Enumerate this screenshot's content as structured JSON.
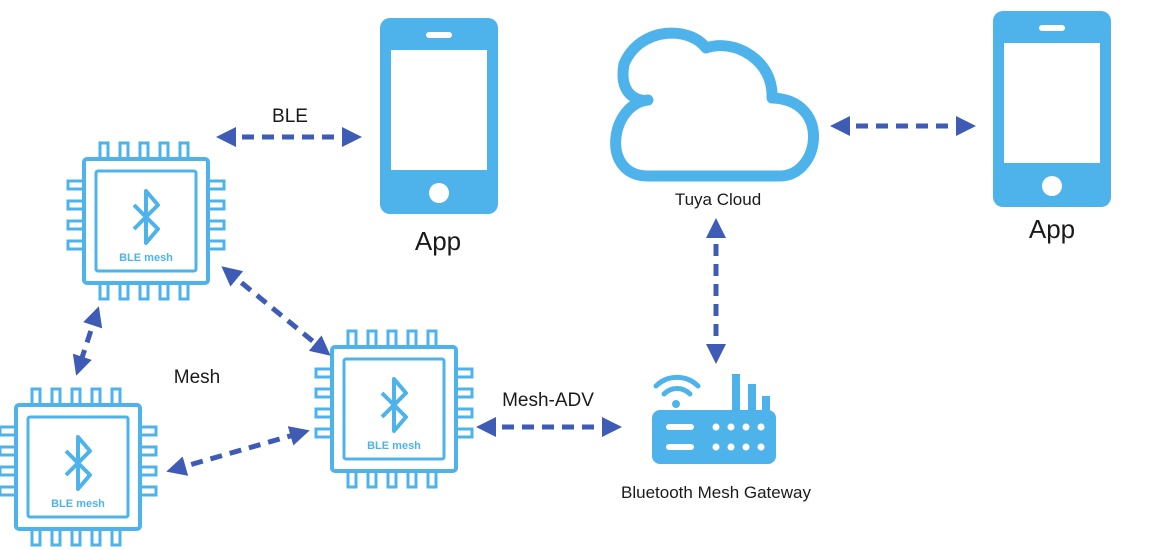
{
  "labels": {
    "app_left": "App",
    "app_right": "App",
    "ble": "BLE",
    "cloud": "Tuya Cloud",
    "mesh": "Mesh",
    "mesh_adv": "Mesh-ADV",
    "gateway": "Bluetooth Mesh Gateway"
  },
  "chips": [
    {
      "label": "BLE mesh"
    },
    {
      "label": "BLE mesh"
    },
    {
      "label": "BLE mesh"
    }
  ],
  "colors": {
    "device_blue": "#4db3ea",
    "arrow_blue": "#3e5bb5"
  },
  "icons": [
    "phone-icon",
    "cloud-icon",
    "router-icon",
    "bluetooth-chip-icon",
    "bluetooth-icon"
  ]
}
